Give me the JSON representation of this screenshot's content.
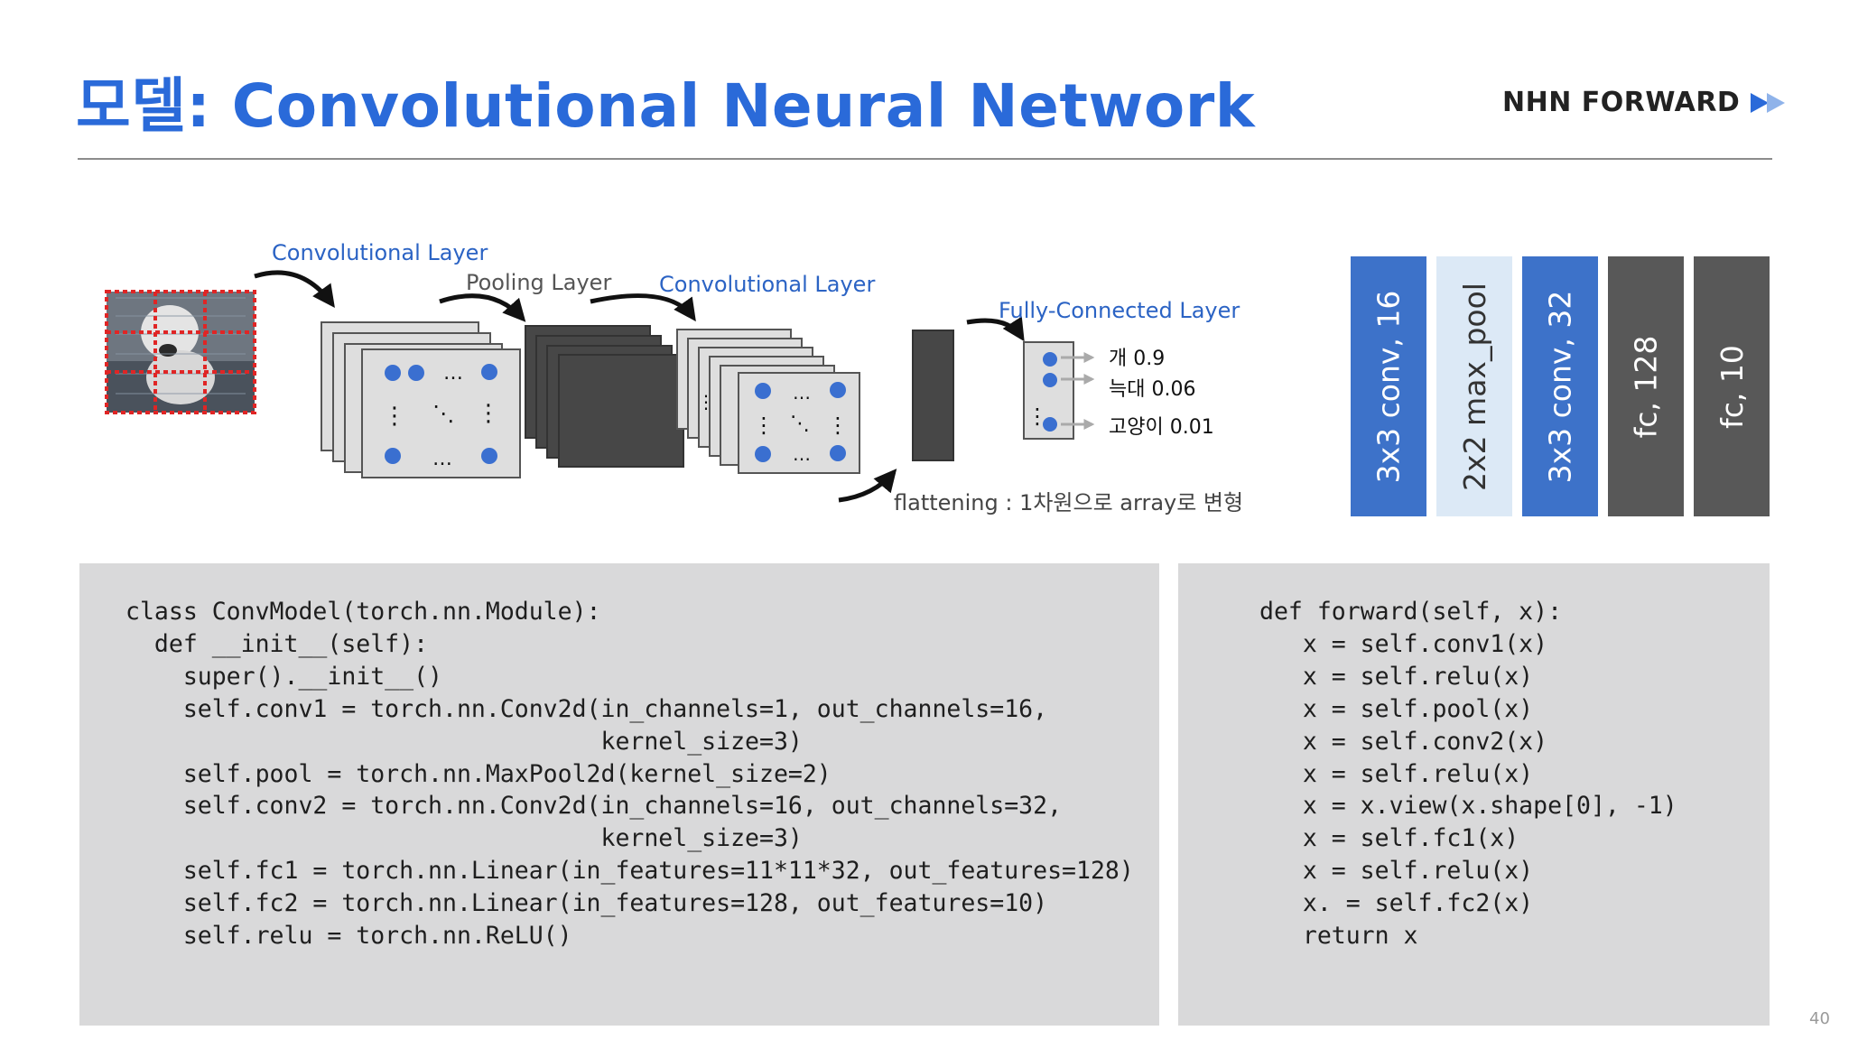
{
  "header": {
    "title": "모델: Convolutional Neural Network",
    "brand": "NHN FORWARD"
  },
  "diagram": {
    "labels": {
      "conv1": "Convolutional Layer",
      "pool": "Pooling Layer",
      "conv2": "Convolutional Layer",
      "fc": "Fully-Connected Layer",
      "flatten": "flattening : 1차원으로 array로 변형"
    },
    "outputs": [
      "개 0.9",
      "늑대 0.06",
      "고양이 0.01"
    ],
    "matrix_ellipsis": "…",
    "vdots": "⋮",
    "ddots": "⋱"
  },
  "architecture": [
    {
      "label": "3x3 conv, 16",
      "color": "#3d72c9",
      "text_color": "#ffffff"
    },
    {
      "label": "2x2 max_pool",
      "color": "#dce9f6",
      "text_color": "#333333"
    },
    {
      "label": "3x3 conv, 32",
      "color": "#3d72c9",
      "text_color": "#ffffff"
    },
    {
      "label": "fc, 128",
      "color": "#585858",
      "text_color": "#ffffff"
    },
    {
      "label": "fc, 10",
      "color": "#585858",
      "text_color": "#ffffff"
    }
  ],
  "code": {
    "init": [
      "class ConvModel(torch.nn.Module):",
      "  def __init__(self):",
      "    super().__init__()",
      "    self.conv1 = torch.nn.Conv2d(in_channels=1, out_channels=16,",
      "                                 kernel_size=3)",
      "    self.pool = torch.nn.MaxPool2d(kernel_size=2)",
      "    self.conv2 = torch.nn.Conv2d(in_channels=16, out_channels=32,",
      "                                 kernel_size=3)",
      "    self.fc1 = torch.nn.Linear(in_features=11*11*32, out_features=128)",
      "    self.fc2 = torch.nn.Linear(in_features=128, out_features=10)",
      "    self.relu = torch.nn.ReLU()"
    ],
    "forward": [
      "def forward(self, x):",
      "   x = self.conv1(x)",
      "   x = self.relu(x)",
      "   x = self.pool(x)",
      "   x = self.conv2(x)",
      "   x = self.relu(x)",
      "   x = x.view(x.shape[0], -1)",
      "   x = self.fc1(x)",
      "   x = self.relu(x)",
      "   x. = self.fc2(x)",
      "   return x"
    ]
  },
  "footer": {
    "page": "40"
  },
  "colors": {
    "accent": "#2a6ad9",
    "label_blue": "#2b63c4",
    "dot_blue": "#3a6fd0"
  }
}
